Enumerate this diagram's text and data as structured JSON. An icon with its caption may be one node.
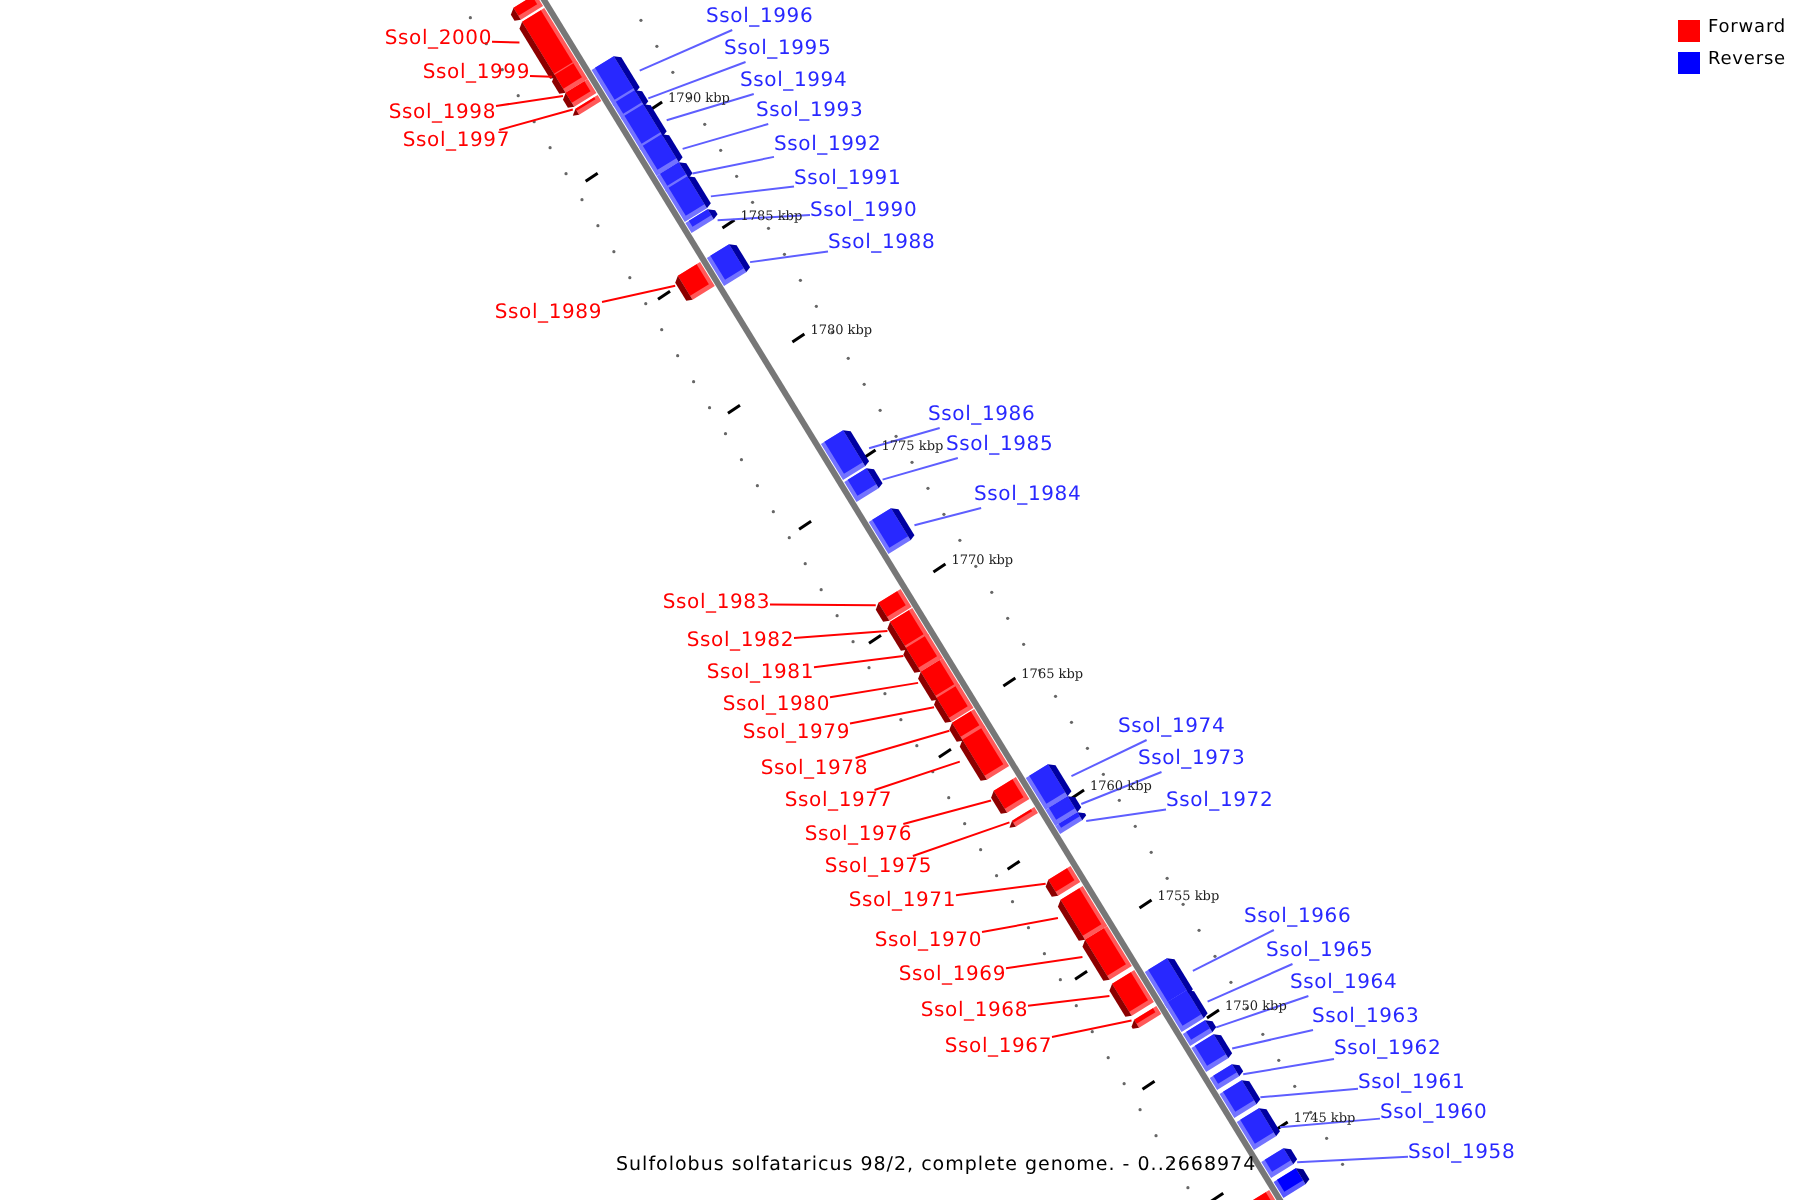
{
  "diagram": {
    "caption": "Sulfolobus solfataricus 98/2, complete genome. - 0..2668974",
    "nodes": [
      {
        "text": [
          "Ssol_1996"
        ]
      },
      {
        "text": [
          "Ssol_2000"
        ]
      },
      {
        "text": [
          "Ssol_1995"
        ]
      },
      {
        "text": [
          "Ssol_1999"
        ]
      },
      {
        "text": [
          "Ssol_1994"
        ]
      },
      {
        "text": [
          "Ssol_1993"
        ]
      },
      {
        "text": [
          "Ssol_1998"
        ]
      },
      {
        "text": [
          "Ssol_1997"
        ]
      },
      {
        "text": [
          "Ssol_1992"
        ]
      },
      {
        "text": [
          "Ssol_1991"
        ]
      },
      {
        "text": [
          "Ssol_1990"
        ]
      },
      {
        "text": [
          "Ssol_1988"
        ]
      },
      {
        "text": [
          "Ssol_1989"
        ]
      },
      {
        "text": [
          "Ssol_1986"
        ]
      },
      {
        "text": [
          "Ssol_1985"
        ]
      },
      {
        "text": [
          "Ssol_1984"
        ]
      },
      {
        "text": [
          "Ssol_1983"
        ]
      },
      {
        "text": [
          "Ssol_1982"
        ]
      },
      {
        "text": [
          "Ssol_1981"
        ]
      },
      {
        "text": [
          "Ssol_1980"
        ]
      },
      {
        "text": [
          "Ssol_1974"
        ]
      },
      {
        "text": [
          "Ssol_1979"
        ]
      },
      {
        "text": [
          "Ssol_1973"
        ]
      },
      {
        "text": [
          "Ssol_1978"
        ]
      },
      {
        "text": [
          "Ssol_1977"
        ]
      },
      {
        "text": [
          "Ssol_1972"
        ]
      },
      {
        "text": [
          "Ssol_1976"
        ]
      },
      {
        "text": [
          "Ssol_1975"
        ]
      },
      {
        "text": [
          "Ssol_1971"
        ]
      },
      {
        "text": [
          "Ssol_1966"
        ]
      },
      {
        "text": [
          "Ssol_1970"
        ]
      },
      {
        "text": [
          "Ssol_1965"
        ]
      },
      {
        "text": [
          "Ssol_1969"
        ]
      },
      {
        "text": [
          "Ssol_1964"
        ]
      },
      {
        "text": [
          "Ssol_1968"
        ]
      },
      {
        "text": [
          "Ssol_1963"
        ]
      },
      {
        "text": [
          "Ssol_1967"
        ]
      },
      {
        "text": [
          "Ssol_1962"
        ]
      },
      {
        "text": [
          "Ssol_1961"
        ]
      },
      {
        "text": [
          "Ssol_1960"
        ]
      },
      {
        "text": [
          "Ssol_1958"
        ]
      },
      {
        "text": [],
        "shape": "box"
      },
      {
        "text": [],
        "shape": "box"
      },
      {
        "text": [],
        "shape": "box"
      },
      {
        "text": [],
        "shape": "box"
      },
      {
        "text": [],
        "shape": "box"
      },
      {
        "text": [],
        "shape": "box"
      },
      {
        "text": [],
        "shape": "box"
      },
      {
        "text": [],
        "shape": "box"
      },
      {
        "text": [],
        "shape": "box"
      },
      {
        "text": [],
        "shape": "box"
      },
      {
        "text": [],
        "shape": "box"
      },
      {
        "text": [],
        "shape": "box"
      },
      {
        "text": [],
        "shape": "box"
      },
      {
        "text": [],
        "shape": "box"
      },
      {
        "text": [],
        "shape": "box"
      },
      {
        "text": [],
        "shape": "box"
      },
      {
        "text": [],
        "shape": "box"
      },
      {
        "text": [],
        "shape": "box"
      },
      {
        "text": [],
        "shape": "box"
      },
      {
        "text": [],
        "shape": "box"
      },
      {
        "text": [],
        "shape": "box"
      },
      {
        "text": [],
        "shape": "box"
      },
      {
        "text": [],
        "shape": "box"
      },
      {
        "text": [],
        "shape": "box"
      },
      {
        "text": [],
        "shape": "box"
      },
      {
        "text": [],
        "shape": "box"
      },
      {
        "text": [],
        "shape": "box"
      },
      {
        "text": [],
        "shape": "box"
      },
      {
        "text": [],
        "shape": "box"
      },
      {
        "text": [],
        "shape": "box"
      },
      {
        "text": [],
        "shape": "box"
      },
      {
        "text": [],
        "shape": "box"
      },
      {
        "text": [],
        "shape": "box"
      },
      {
        "text": [],
        "shape": "box"
      },
      {
        "text": [],
        "shape": "box"
      },
      {
        "text": [],
        "shape": "box"
      },
      {
        "text": [],
        "shape": "box"
      },
      {
        "text": [],
        "shape": "box"
      },
      {
        "text": [],
        "shape": "box"
      },
      {
        "text": [],
        "shape": "box"
      },
      {
        "text": [],
        "shape": "box"
      },
      {
        "text": [],
        "shape": "box"
      },
      {
        "text": [],
        "shape": "box"
      },
      {
        "text": [],
        "shape": "box"
      }
    ],
    "edges": [
      {
        "from": 0,
        "to": 45,
        "arrow": "none"
      },
      {
        "from": 1,
        "to": 42,
        "arrow": "none",
        "color": "#ff0000"
      },
      {
        "from": 2,
        "to": 47,
        "arrow": "none"
      },
      {
        "from": 3,
        "to": 43,
        "arrow": "none",
        "color": "#ff0000"
      },
      {
        "from": 4,
        "to": 48,
        "arrow": "none"
      },
      {
        "from": 5,
        "to": 49,
        "arrow": "none"
      },
      {
        "from": 6,
        "to": 44,
        "arrow": "none",
        "color": "#ff0000"
      },
      {
        "from": 7,
        "to": 46,
        "arrow": "none",
        "color": "#ff0000"
      },
      {
        "from": 8,
        "to": 50,
        "arrow": "none"
      },
      {
        "from": 9,
        "to": 51,
        "arrow": "none"
      },
      {
        "from": 10,
        "to": 52,
        "arrow": "none"
      },
      {
        "from": 11,
        "to": 54,
        "arrow": "none"
      },
      {
        "from": 12,
        "to": 53,
        "arrow": "none",
        "color": "#ff0000"
      },
      {
        "from": 13,
        "to": 55,
        "arrow": "none"
      },
      {
        "from": 14,
        "to": 56,
        "arrow": "none"
      },
      {
        "from": 15,
        "to": 57,
        "arrow": "none"
      },
      {
        "from": 16,
        "to": 58,
        "arrow": "none",
        "color": "#ff0000"
      },
      {
        "from": 17,
        "to": 59,
        "arrow": "none",
        "color": "#ff0000"
      },
      {
        "from": 18,
        "to": 60,
        "arrow": "none",
        "color": "#ff0000"
      },
      {
        "from": 19,
        "to": 61,
        "arrow": "none",
        "color": "#ff0000"
      },
      {
        "from": 20,
        "to": 66,
        "arrow": "none"
      },
      {
        "from": 21,
        "to": 62,
        "arrow": "none",
        "color": "#ff0000"
      },
      {
        "from": 22,
        "to": 68,
        "arrow": "none"
      },
      {
        "from": 23,
        "to": 63,
        "arrow": "none",
        "color": "#ff0000"
      },
      {
        "from": 24,
        "to": 64,
        "arrow": "none",
        "color": "#ff0000"
      },
      {
        "from": 25,
        "to": 69,
        "arrow": "none"
      },
      {
        "from": 26,
        "to": 65,
        "arrow": "none",
        "color": "#ff0000"
      },
      {
        "from": 27,
        "to": 67,
        "arrow": "none",
        "color": "#ff0000"
      },
      {
        "from": 28,
        "to": 70,
        "arrow": "none",
        "color": "#ff0000"
      },
      {
        "from": 29,
        "to": 74,
        "arrow": "none"
      },
      {
        "from": 30,
        "to": 71,
        "arrow": "none",
        "color": "#ff0000"
      },
      {
        "from": 31,
        "to": 76,
        "arrow": "none"
      },
      {
        "from": 32,
        "to": 72,
        "arrow": "none",
        "color": "#ff0000"
      },
      {
        "from": 33,
        "to": 77,
        "arrow": "none"
      },
      {
        "from": 34,
        "to": 73,
        "arrow": "none",
        "color": "#ff0000"
      },
      {
        "from": 35,
        "to": 78,
        "arrow": "none"
      },
      {
        "from": 36,
        "to": 75,
        "arrow": "none",
        "color": "#ff0000"
      },
      {
        "from": 37,
        "to": 79,
        "arrow": "none"
      },
      {
        "from": 38,
        "to": 80,
        "arrow": "none"
      },
      {
        "from": 39,
        "to": 81,
        "arrow": "none"
      },
      {
        "from": 40,
        "to": 82,
        "arrow": "none"
      }
    ],
    "labels": [
      "1790 kbp",
      "1785 kbp",
      "1780 kbp",
      "1775 kbp",
      "1770 kbp",
      "1765 kbp",
      "1760 kbp",
      "1755 kbp",
      "1750 kbp",
      "1745 kbp"
    ],
    "legend": [
      {
        "text": "Forward",
        "color": "#ff0000"
      },
      {
        "text": "Reverse",
        "color": "#0000ff"
      }
    ]
  }
}
